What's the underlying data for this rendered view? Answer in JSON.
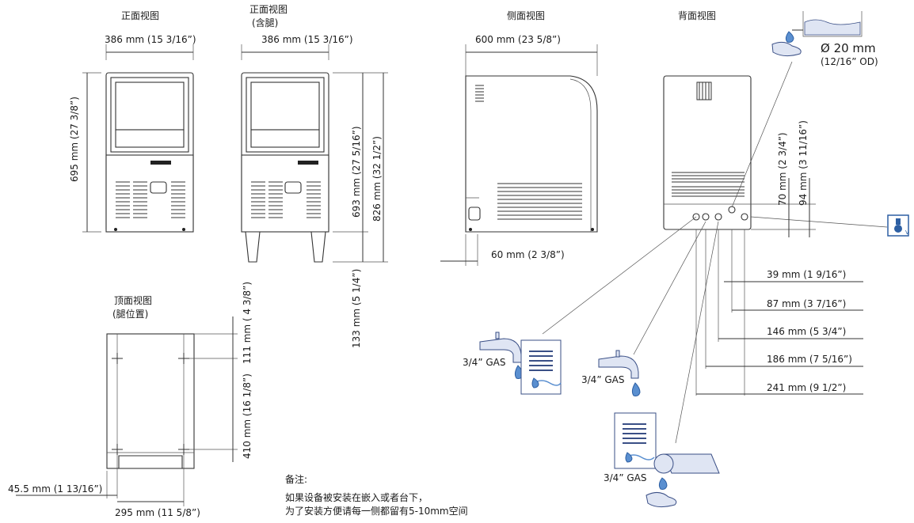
{
  "views": {
    "front": {
      "title": "正面视图",
      "width": "386 mm (15 3/16”)",
      "height": "695 mm (27 3/8”)"
    },
    "front_legs": {
      "title": "正面视图",
      "subtitle": "(含腿)",
      "width": "386 mm (15 3/16”)",
      "height": "693 mm (27 5/16”)",
      "total_height": "826 mm (32 1/2”)",
      "leg_height": "133 mm (5 1/4”)"
    },
    "side": {
      "title": "侧面视图",
      "depth": "600 mm (23 5/8”)",
      "offset": "60 mm (2 3/8”)"
    },
    "back": {
      "title": "背面视图",
      "h70": "70 mm (2 3/4”)",
      "h94": "94 mm (3 11/16”)",
      "d39": "39 mm (1 9/16”)",
      "d87": "87 mm (3 7/16”)",
      "d146": "146 mm (5 3/4”)",
      "d186": "186 mm (7 5/16”)",
      "d241": "241 mm (9 1/2”)"
    },
    "top": {
      "title": "顶面视图",
      "subtitle": "(腿位置)",
      "front_offset": "111 mm ( 4 3/8”)",
      "leg_spacing": "410 mm (16 1/8”)",
      "side_offset": "45.5 mm (1 13/16”)",
      "leg_width": "295 mm (11 5/8”)"
    }
  },
  "drain": {
    "size": "Ø 20 mm",
    "od": "(12/16” OD)"
  },
  "connections": {
    "gas1": "3/4”  GAS",
    "gas2": "3/4”  GAS",
    "gas3": "3/4”  GAS"
  },
  "notes": {
    "heading": "备注:",
    "line1": "如果设备被安装在嵌入或者台下，",
    "line2": "为了安装方便请每一侧都留有5-10mm空间"
  },
  "icons": [
    "faucet-icon",
    "water-drop-icon",
    "coil-icon",
    "drain-tank-icon",
    "power-plug-icon"
  ],
  "colors": {
    "line": "#333333",
    "water": "#5a8fd0",
    "coil_fill": "#dfe5f3"
  }
}
